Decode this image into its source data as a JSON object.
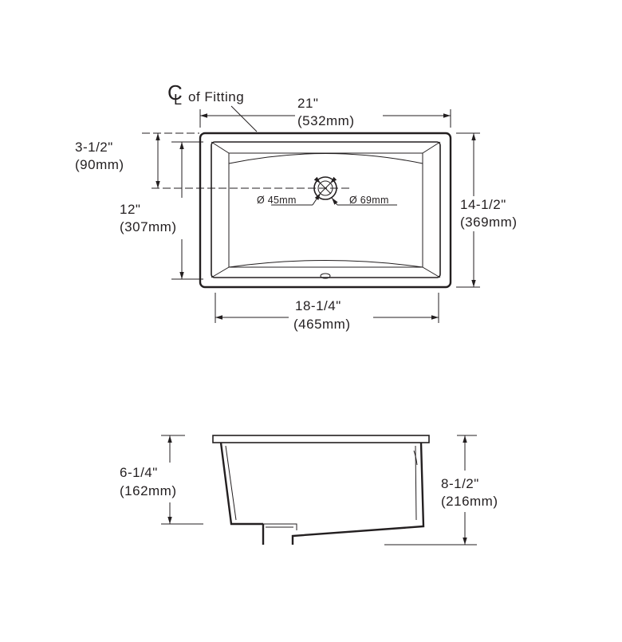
{
  "centerline": {
    "symbol": "CL",
    "text": "of Fitting"
  },
  "top_view": {
    "overall_width": {
      "imperial": "21\"",
      "metric": "(532mm)"
    },
    "overall_depth": {
      "imperial": "14-1/2\"",
      "metric": "(369mm)"
    },
    "drain_offset": {
      "imperial": "3-1/2\"",
      "metric": "(90mm)"
    },
    "bowl_depth": {
      "imperial": "12\"",
      "metric": "(307mm)"
    },
    "bowl_width": {
      "imperial": "18-1/4\"",
      "metric": "(465mm)"
    },
    "drain_inner_dia": "Ø 45mm",
    "drain_outer_dia": "Ø 69mm"
  },
  "side_view": {
    "bowl_height": {
      "imperial": "6-1/4\"",
      "metric": "(162mm)"
    },
    "overall_height": {
      "imperial": "8-1/2\"",
      "metric": "(216mm)"
    }
  },
  "colors": {
    "ink": "#231f20",
    "background": "#ffffff"
  }
}
